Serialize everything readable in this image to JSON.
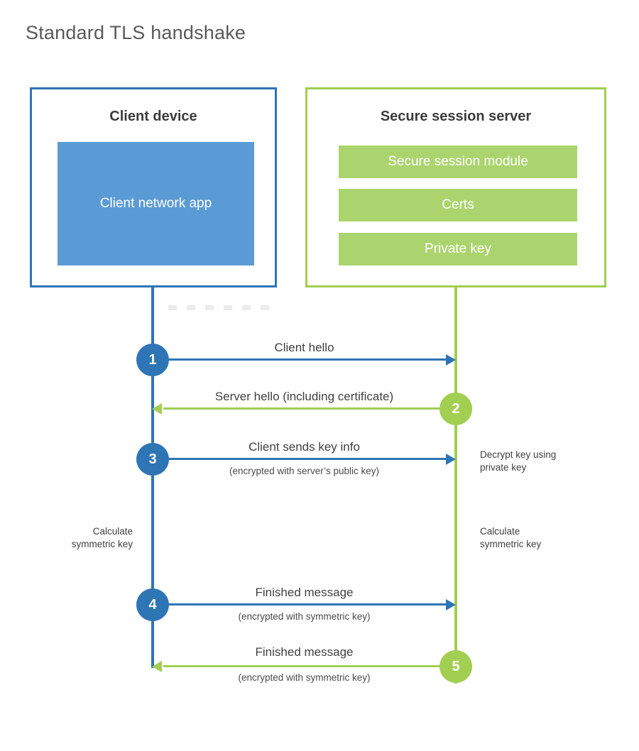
{
  "title": "Standard TLS handshake",
  "colors": {
    "blue": "#2e75b6",
    "blue_fill": "#5b9bd5",
    "green": "#a2ce51",
    "green_fill": "#abd46e"
  },
  "client": {
    "heading": "Client device",
    "app_label": "Client network app"
  },
  "server": {
    "heading": "Secure session server",
    "modules": [
      "Secure session module",
      "Certs",
      "Private key"
    ]
  },
  "messages": [
    {
      "num": "1",
      "label": "Client hello",
      "direction": "client-to-server",
      "color": "#2e75b6"
    },
    {
      "num": "2",
      "label": "Server hello (including certificate)",
      "direction": "server-to-client",
      "color": "#a2ce51"
    },
    {
      "num": "3",
      "label": "Client sends key info",
      "subtitle": "(encrypted with server’s public key)",
      "direction": "client-to-server",
      "color": "#2e75b6"
    },
    {
      "num": "4",
      "label": "Finished message",
      "subtitle": "(encrypted with symmetric key)",
      "direction": "client-to-server",
      "color": "#2e75b6"
    },
    {
      "num": "5",
      "label": "Finished message",
      "subtitle": "(encrypted with symmetric key)",
      "direction": "server-to-client",
      "color": "#a2ce51"
    }
  ],
  "notes": {
    "decrypt": "Decrypt key using\nprivate key",
    "calc_client": "Calculate\nsymmetric key",
    "calc_server": "Calculate\nsymmetric key"
  }
}
